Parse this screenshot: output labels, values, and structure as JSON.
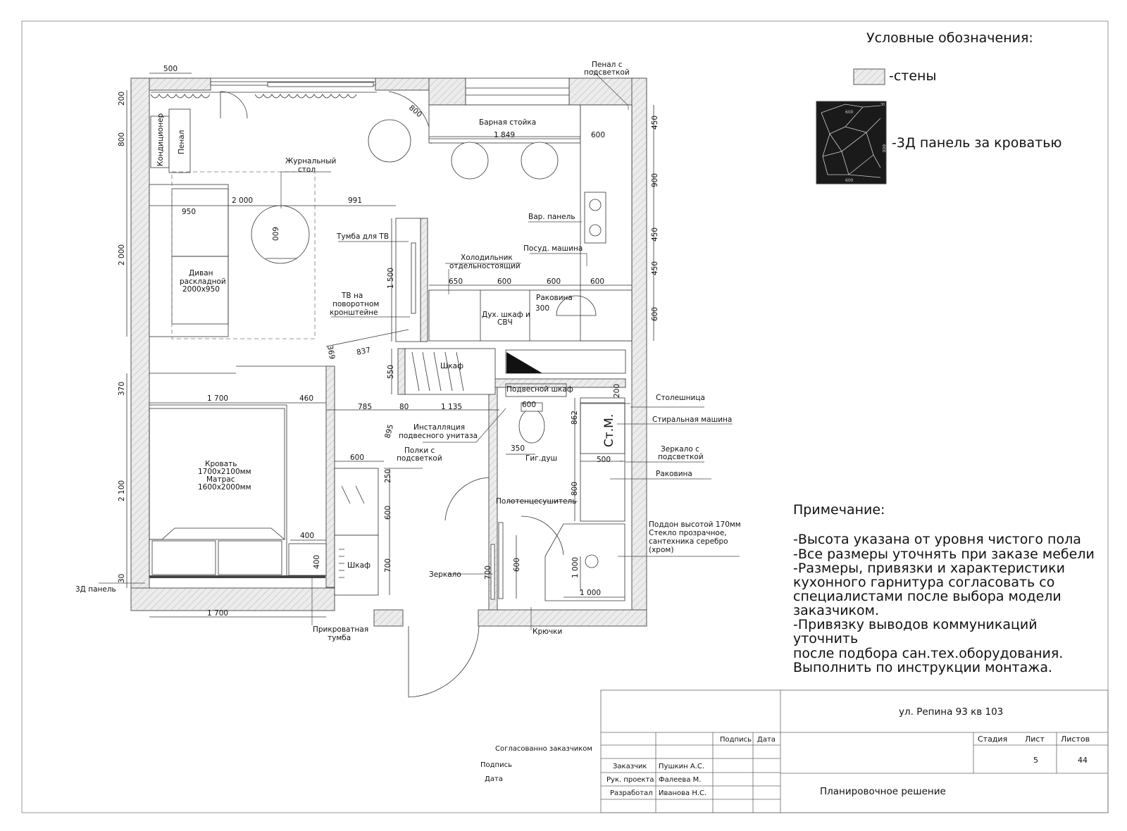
{
  "legend": {
    "title": "Условные обозначения:",
    "walls": "-стены",
    "panel": "-3Д панель за кроватью",
    "panel_dims": {
      "top": "600",
      "right": "600",
      "bottom": "600",
      "corner": "30"
    }
  },
  "note": {
    "title": "Примечание:",
    "lines": [
      "-Высота указана от уровня чистого пола",
      "-Все размеры уточнять при заказе мебели",
      "-Размеры, привязки и характеристики",
      "кухонного гарнитура согласовать со",
      "специалистами после выбора модели",
      "заказчиком.",
      "-Привязку выводов коммуникаций",
      "уточнить",
      "после подбора сан.тех.оборудования.",
      "Выполнить по инструкции монтажа."
    ]
  },
  "plan": {
    "labels": {
      "penal_light": [
        "Пенал с",
        "подсветкой"
      ],
      "bar": "Барная стойка",
      "conditioner": "Кондиционер",
      "penal": "Пенал",
      "coffee_table": [
        "Журнальный",
        "стол"
      ],
      "tv_stand": "Тумба для ТВ",
      "sofa": [
        "Диван",
        "раскладной",
        "2000х950"
      ],
      "tv": [
        "ТВ на",
        "поворотном",
        "кронштейне"
      ],
      "fridge": [
        "Холодильник",
        "отдельностоящий"
      ],
      "hob": "Вар. панель",
      "dishwasher": "Посуд. машина",
      "sink_kitchen": "Раковина",
      "oven": [
        "Дух. шкаф и",
        "СВЧ"
      ],
      "wardrobe_top": "Шкаф",
      "wall_cabinet": "Подвесной шкаф",
      "countertop": "Столешница",
      "washer": "Стиральная машина",
      "washer_short": "Ст.М.",
      "mirror_light": [
        "Зеркало с",
        "подсветкой"
      ],
      "sink_bath": "Раковина",
      "toilet_install": [
        "Инсталляция",
        "подвесного унитаза"
      ],
      "shelves": [
        "Полки с",
        "подсветкой"
      ],
      "hygienic_shower": "Гиг.душ",
      "towel_dryer": "Полотенцесушитель",
      "shower_tray": [
        "Поддон высотой 170мм",
        "Стекло прозрачное,",
        "сантехника серебро",
        "(хром)"
      ],
      "bed": [
        "Кровать",
        "1700х2100мм",
        "Матрас",
        "1600х2000мм"
      ],
      "panel3d": "3Д панель",
      "bedside": [
        "Прикроватная",
        "тумба"
      ],
      "wardrobe_bottom": "Шкаф",
      "mirror": "Зеркало",
      "hooks": "Крючки"
    },
    "dims": {
      "d500": "500",
      "d200": "200",
      "d800_left": "800",
      "d800_diag": "800",
      "d1849": "1 849",
      "d600_bar": "600",
      "d450_a": "450",
      "d900": "900",
      "d450_b": "450",
      "d450_c": "450",
      "d600_r": "600",
      "d2000_left": "2 000",
      "d950": "950",
      "d2000_sofa": "2 000",
      "d991": "991",
      "d600_table": "600",
      "d1500": "1 500",
      "d650": "650",
      "d600_k1": "600",
      "d600_k2": "600",
      "d600_k3": "600",
      "d300": "300",
      "d369": "369",
      "d837": "837",
      "d550": "550",
      "d370": "370",
      "d1700_top": "1 700",
      "d460": "460",
      "d785": "785",
      "d80": "80",
      "d1135": "1 135",
      "d895": "895",
      "d200_bath": "200",
      "d600_wc": "600",
      "d862": "862",
      "d350": "350",
      "d500_bath": "500",
      "d600_shelf": "600",
      "d250": "250",
      "d600_v": "600",
      "d700_v": "700",
      "d2100": "2 100",
      "d800_bath": "800",
      "d400_a": "400",
      "d400_b": "400",
      "d30": "30",
      "d700_m": "700",
      "d600_m": "600",
      "d1000_v": "1 000",
      "d1000_h": "1 000",
      "d1700_bottom": "1 700"
    }
  },
  "titleblock": {
    "agreed": "Согласованно заказчиком",
    "sign": "Подпись",
    "date": "Дата",
    "address": "ул. Репина 93 кв 103",
    "col_sign": "Подпись",
    "col_date": "Дата",
    "stage": "Стадия",
    "sheet": "Лист",
    "sheets": "Листов",
    "sheet_no": "5",
    "sheets_total": "44",
    "rows": [
      {
        "role": "Заказчик",
        "name": "Пушкин А.С."
      },
      {
        "role": "Рук. проекта",
        "name": "Фалеева М."
      },
      {
        "role": "Разработал",
        "name": "Иванова Н.С."
      }
    ],
    "title": "Планировочное решение"
  }
}
